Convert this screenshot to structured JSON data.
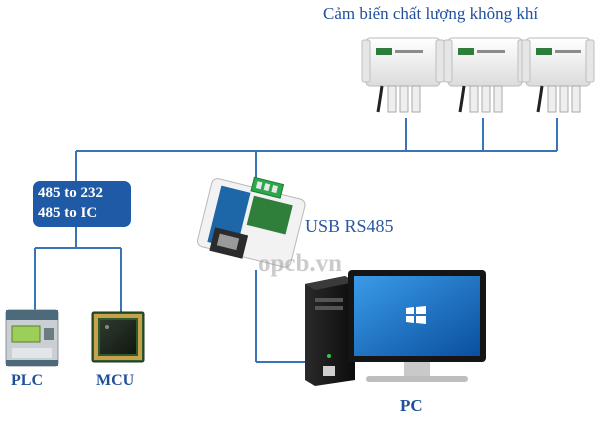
{
  "title": "Cảm biến chất lượng không khí",
  "converter_box": {
    "line1": "485 to 232",
    "line2": "485 to IC"
  },
  "usb_label": "USB RS485",
  "watermark": "opcb.vn",
  "devices": {
    "plc_label": "PLC",
    "mcu_label": "MCU",
    "pc_label": "PC"
  },
  "colors": {
    "bus_line": "#3a74b8",
    "label_blue": "#1f4f9a",
    "box_fill": "#1f5aa6",
    "monitor_screen": "#1e73c8"
  },
  "icons": [
    "air-quality-sensor-icon",
    "usb-rs485-converter-icon",
    "plc-icon",
    "mcu-chip-icon",
    "desktop-tower-icon",
    "monitor-icon",
    "windows-logo-icon"
  ]
}
